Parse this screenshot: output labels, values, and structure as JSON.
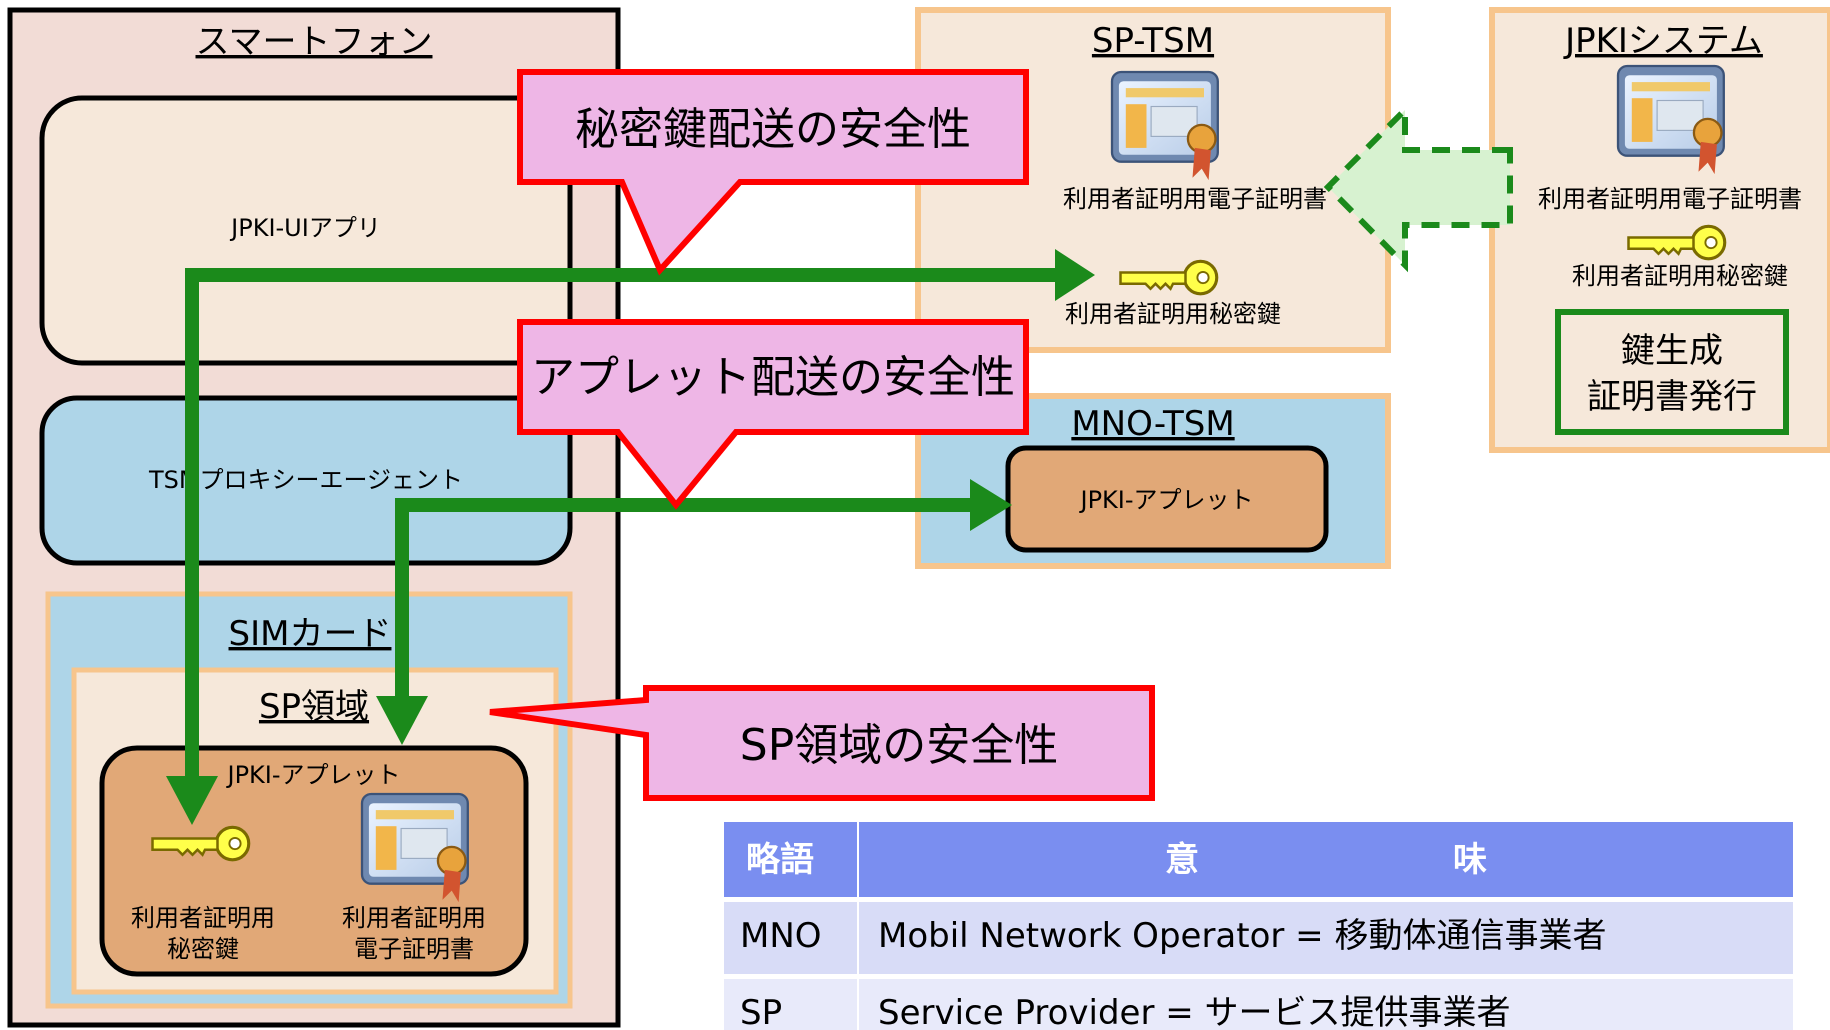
{
  "smartphone": {
    "title": "スマートフォン",
    "app": "JPKI-UIアプリ",
    "proxy": "TSMプロキシーエージェント",
    "sim": {
      "title": "SIMカード",
      "sp_area": {
        "title": "SP領域",
        "applet": {
          "title": "JPKI-アプレット",
          "key_label_1": "利用者証明用",
          "key_label_2": "秘密鍵",
          "cert_label_1": "利用者証明用",
          "cert_label_2": "電子証明書"
        }
      }
    }
  },
  "sp_tsm": {
    "title": "SP-TSM",
    "cert_label": "利用者証明用電子証明書",
    "key_label": "利用者証明用秘密鍵"
  },
  "jpki_system": {
    "title": "JPKIシステム",
    "cert_label": "利用者証明用電子証明書",
    "key_label": "利用者証明用秘密鍵",
    "process_line1": "鍵生成",
    "process_line2": "証明書発行"
  },
  "mno_tsm": {
    "title": "MNO-TSM",
    "applet": "JPKI-アプレット"
  },
  "callouts": {
    "key_delivery": "秘密鍵配送の安全性",
    "applet_delivery": "アプレット配送の安全性",
    "sp_area": "SP領域の安全性"
  },
  "glossary": {
    "headers": [
      "略語",
      "意",
      "味"
    ],
    "rows": [
      {
        "abbr": "MNO",
        "meaning": "Mobil Network Operator = 移動体通信事業者"
      },
      {
        "abbr": "SP",
        "meaning": "Service Provider = サービス提供事業者"
      }
    ]
  },
  "colors": {
    "phone_bg": "#f2dcd6",
    "app_bg": "#f6e8da",
    "proxy_bg": "#aed5e8",
    "sim_bg": "#aed5e8",
    "sp_area_bg": "#f6e8da",
    "applet_bg": "#e1a877",
    "tsm_bg": "#f6e8da",
    "tsm_border": "#f7c58c",
    "callout_bg": "#eeb6e6",
    "callout_border": "#ff0000",
    "arrow_green": "#1b8a1b",
    "dashed_arrow_fill": "#d7f2d0",
    "table_header": "#7a8ef0",
    "table_row": "#d8dcf7"
  },
  "icons": [
    "certificate-icon",
    "key-icon"
  ]
}
